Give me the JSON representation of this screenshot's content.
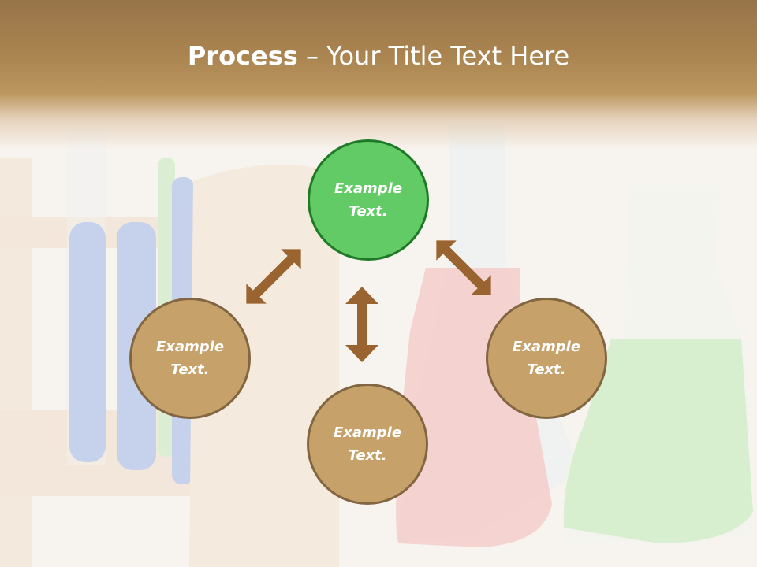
{
  "slide": {
    "title_bold": "Process",
    "title_rest": " – Your Title Text Here",
    "colors": {
      "header_brown": "#a9834f",
      "main_circle_fill": "#63cb66",
      "main_circle_border": "#1e7a27",
      "sub_circle_fill": "#c7a16a",
      "sub_circle_border": "#826642",
      "arrow": "#9a6430"
    },
    "nodes": [
      {
        "id": "top",
        "line1": "Example",
        "line2": "Text."
      },
      {
        "id": "left",
        "line1": "Example",
        "line2": "Text."
      },
      {
        "id": "bottom",
        "line1": "Example",
        "line2": "Text."
      },
      {
        "id": "right",
        "line1": "Example",
        "line2": "Text."
      }
    ],
    "arrows": [
      {
        "id": "top-left",
        "icon": "double-arrow-diagonal"
      },
      {
        "id": "top-bottom",
        "icon": "double-arrow-vertical"
      },
      {
        "id": "top-right",
        "icon": "double-arrow-diagonal"
      }
    ]
  }
}
